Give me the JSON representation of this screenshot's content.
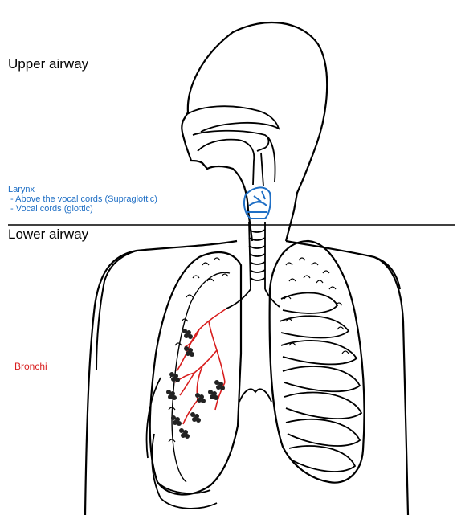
{
  "labels": {
    "upper_airway": "Upper airway",
    "lower_airway": "Lower airway",
    "larynx_title": "Larynx",
    "larynx_item1": " - Above the vocal cords (Supraglottic)",
    "larynx_item2": " - Vocal cords (glottic)",
    "bronchi": "Bronchi"
  },
  "colors": {
    "larynx": "#1f6fc5",
    "bronchi": "#d81e1e",
    "outline": "#000000"
  }
}
